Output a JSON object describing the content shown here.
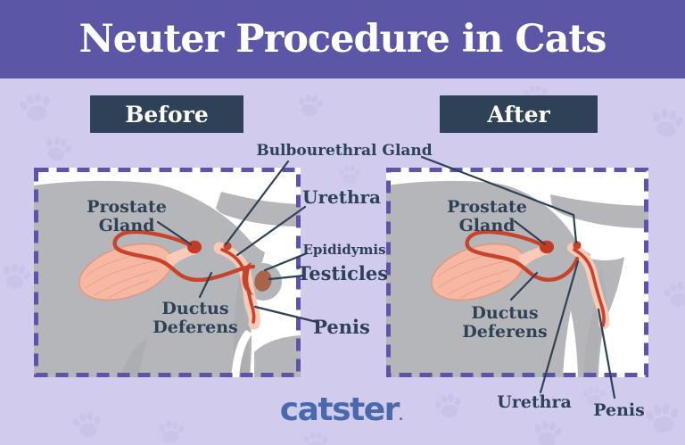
{
  "header": {
    "title": "Neuter Procedure in Cats"
  },
  "panels": {
    "before": {
      "tag": "Before",
      "labels": {
        "prostate_gland": "Prostate Gland",
        "ductus_deferens": "Ductus Deferens"
      }
    },
    "after": {
      "tag": "After",
      "labels": {
        "prostate_gland": "Prostate Gland",
        "ductus_deferens": "Ductus Deferens",
        "urethra": "Urethra",
        "penis": "Penis"
      }
    }
  },
  "center_labels": {
    "bulbourethral_gland": "Bulbourethral Gland",
    "urethra": "Urethra",
    "epididymis": "Epididymis",
    "testicles": "Testicles",
    "penis": "Penis"
  },
  "footer": {
    "brand": "catster",
    "brand_mark": "."
  },
  "colors": {
    "header_purple": "#5b57a6",
    "background_lavender": "#d1ccee",
    "paw_print": "#c3bce4",
    "label_navy": "#2e4156",
    "dashed_border_purple": "#5b54a8",
    "duct_red": "#c8432b",
    "prostate_red": "#c23b25",
    "bladder_pink": "#f6b8a3",
    "sheath_pink": "#f8cab7",
    "testicle_brown": "#a8644a",
    "cat_body_gray": "#b5b6b9",
    "brand_blue": "#4a69ad"
  }
}
